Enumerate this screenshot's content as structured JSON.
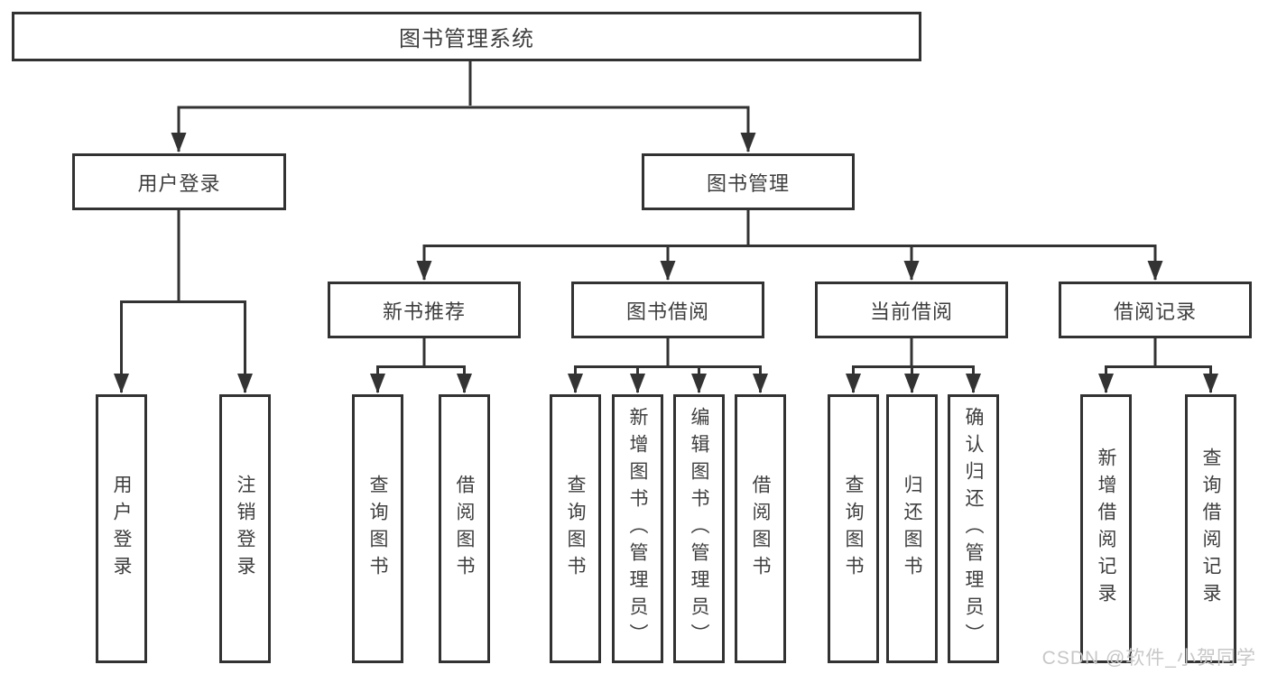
{
  "diagram": {
    "title": "图书管理系统",
    "level2": [
      {
        "label": "用户登录"
      },
      {
        "label": "图书管理"
      }
    ],
    "level3": [
      {
        "label": "新书推荐",
        "parent": "图书管理"
      },
      {
        "label": "图书借阅",
        "parent": "图书管理"
      },
      {
        "label": "当前借阅",
        "parent": "图书管理"
      },
      {
        "label": "借阅记录",
        "parent": "图书管理"
      }
    ],
    "leaves": [
      {
        "label": "用户登录",
        "parent": "用户登录"
      },
      {
        "label": "注销登录",
        "parent": "用户登录"
      },
      {
        "label": "查询图书",
        "parent": "新书推荐"
      },
      {
        "label": "借阅图书",
        "parent": "新书推荐"
      },
      {
        "label": "查询图书",
        "parent": "图书借阅"
      },
      {
        "label": "新增图书（管理员）",
        "parent": "图书借阅"
      },
      {
        "label": "编辑图书（管理员）",
        "parent": "图书借阅"
      },
      {
        "label": "借阅图书",
        "parent": "图书借阅"
      },
      {
        "label": "查询图书",
        "parent": "当前借阅"
      },
      {
        "label": "归还图书",
        "parent": "当前借阅"
      },
      {
        "label": "确认归还（管理员）",
        "parent": "当前借阅"
      },
      {
        "label": "新增借阅记录",
        "parent": "借阅记录"
      },
      {
        "label": "查询借阅记录",
        "parent": "借阅记录"
      }
    ]
  },
  "watermark": {
    "text": "CSDN @软件_小贺同学"
  },
  "colors": {
    "line": "#333333",
    "border": "#323232",
    "text": "#3e3e3e",
    "watermark": "#c7c7c7",
    "background": "#ffffff"
  }
}
